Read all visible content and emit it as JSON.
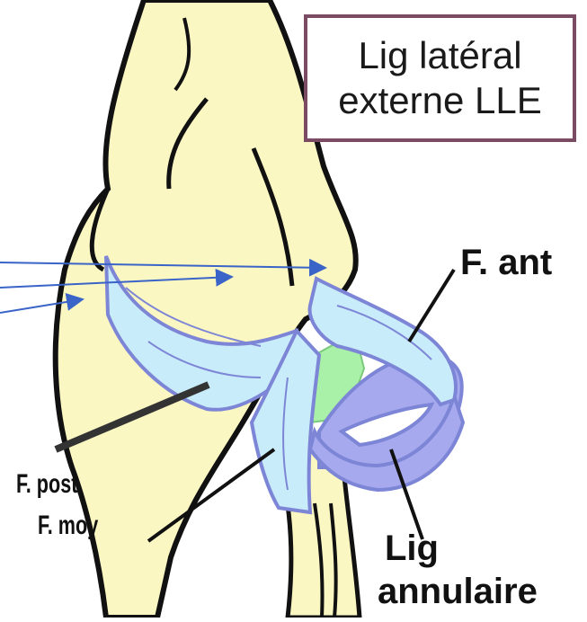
{
  "title": {
    "line1": "Lig latéral",
    "line2": "externe LLE"
  },
  "labels": {
    "f_ant": "F. ant",
    "f_post": "F. post",
    "f_moy": "F. moy",
    "lig_annulaire_line1": "Lig",
    "lig_annulaire_line2": "annulaire"
  },
  "colors": {
    "bone": "#fbf7c2",
    "bone_outline": "#111111",
    "ligament": "#c9ecfa",
    "ligament_outline": "#7d86d6",
    "annular": "#a7a9ee",
    "cartilage": "#a9f0a9",
    "arrow": "#3a64c8",
    "box_border": "#7b4a63"
  }
}
